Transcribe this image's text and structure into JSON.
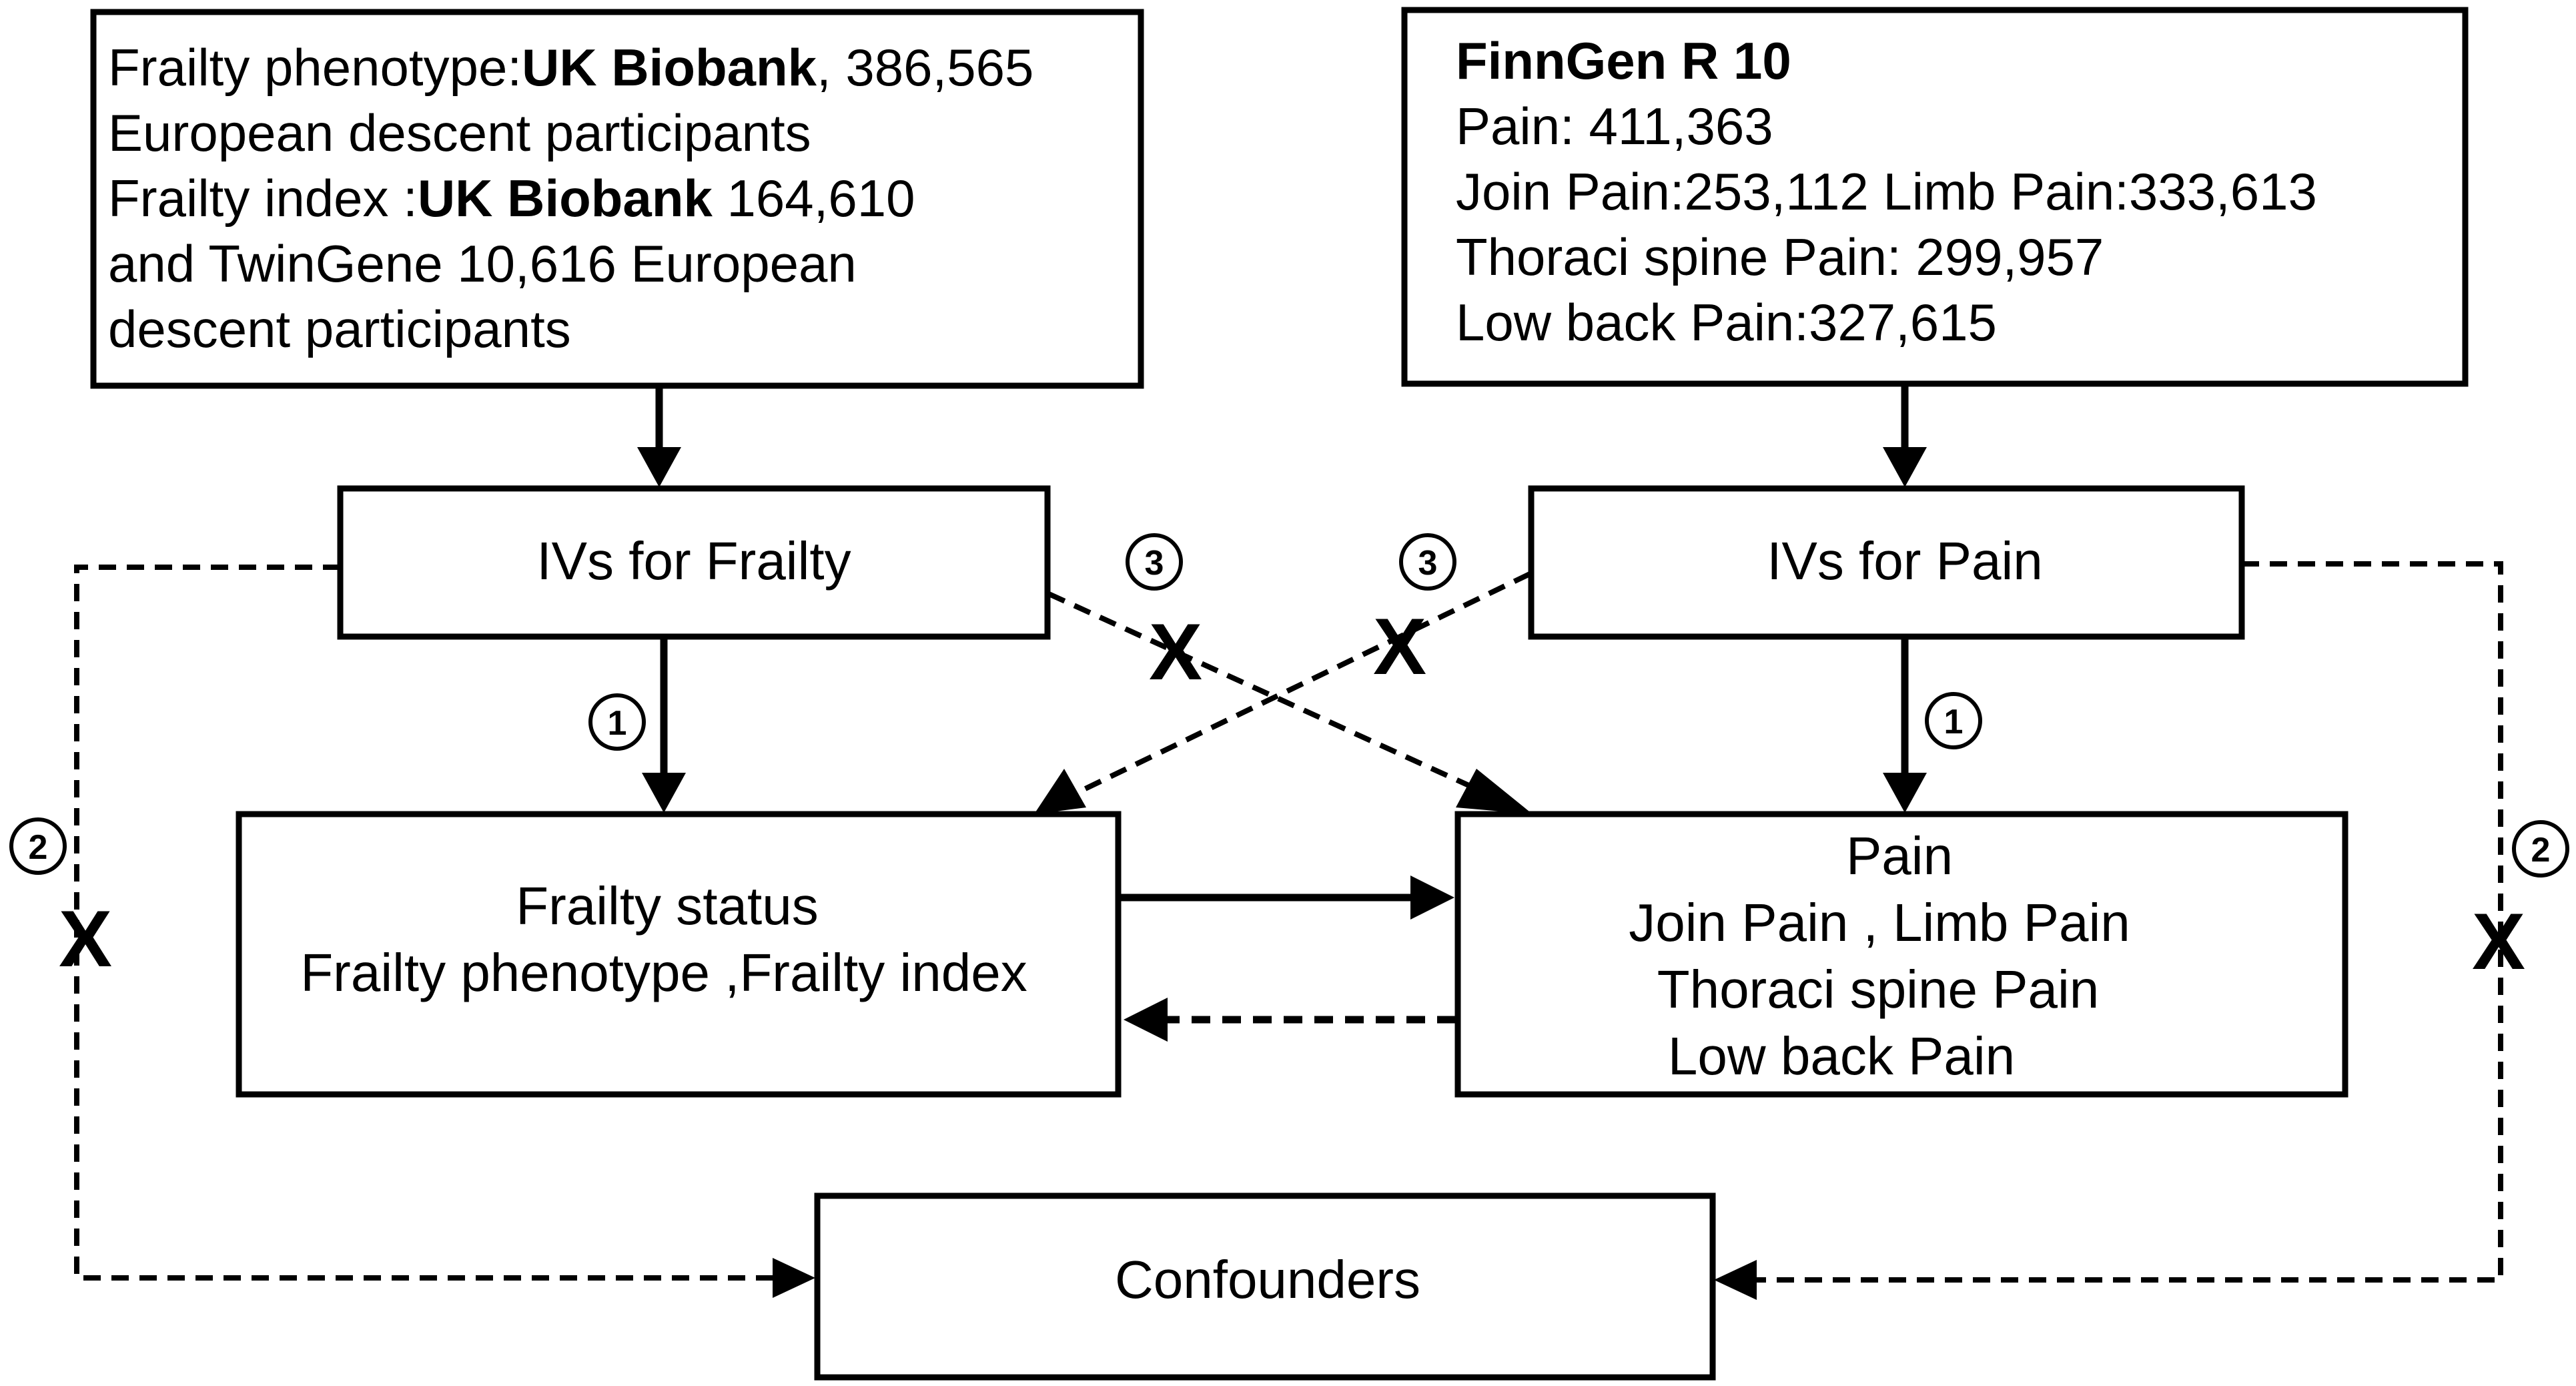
{
  "frailty_source": {
    "line1_prefix": "Frailty phenotype:",
    "line1_bold": "UK Biobank",
    "line1_suffix": ", 386,565",
    "line2": "European descent participants",
    "line3_prefix": "Frailty index :",
    "line3_bold": "UK Biobank",
    "line3_suffix": "  164,610",
    "line4": "and TwinGene 10,616 European",
    "line5": "descent participants"
  },
  "pain_source": {
    "title": "FinnGen R 10",
    "line1": "Pain: 411,363",
    "line2": "Join Pain:253,112  Limb Pain:333,613",
    "line3": "Thoraci spine Pain: 299,957",
    "line4": "Low back Pain:327,615"
  },
  "ivs_frailty": "IVs for  Frailty",
  "ivs_pain": "IVs for  Pain",
  "frailty_status": {
    "line1": "Frailty status",
    "line2": "Frailty phenotype ,Frailty index"
  },
  "pain_outcome": {
    "line1": "Pain",
    "line2": "Join Pain , Limb Pain",
    "line3": "Thoraci spine Pain",
    "line4": "Low back Pain"
  },
  "confounders": "Confounders",
  "assumption_markers": {
    "one": "1",
    "two": "2",
    "three": "3"
  },
  "violation_mark": "X"
}
